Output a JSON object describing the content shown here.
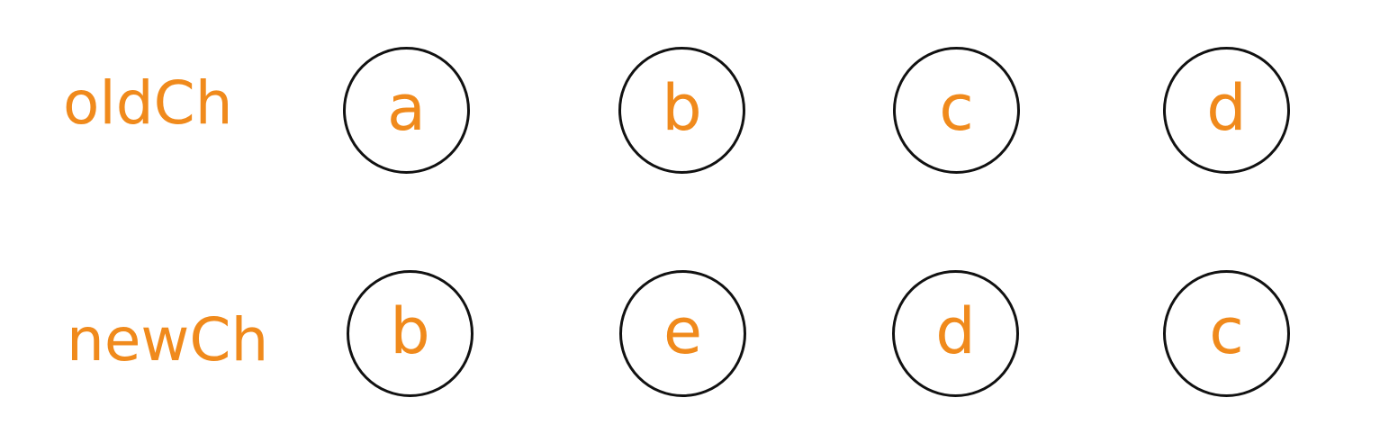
{
  "colors": {
    "label": "#f08a1c",
    "node_letter": "#f08a1c",
    "node_border": "#111111",
    "background": "#ffffff"
  },
  "rows": [
    {
      "label": "oldCh",
      "nodes": [
        "a",
        "b",
        "c",
        "d"
      ]
    },
    {
      "label": "newCh",
      "nodes": [
        "b",
        "e",
        "d",
        "c"
      ]
    }
  ]
}
